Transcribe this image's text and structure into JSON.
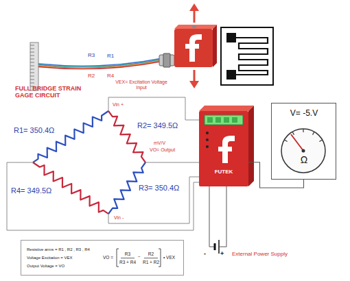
{
  "diagram": {
    "title": "FULL BRIDGE STRAIN GAGE CIRCUIT",
    "nodes": [
      {
        "text": [
          "FUTEK"
        ]
      },
      {
        "text": [
          "V= -5.V",
          "Ω"
        ]
      },
      {
        "text": [
          "Resistive arms = R1 , R2 , R3 , R4",
          "Voltage Excitation = VEX",
          "Output Voltage = VO"
        ]
      }
    ],
    "edges": [
      {
        "from": 0,
        "to": 1,
        "arrow": "none"
      }
    ],
    "labels": [
      "R3",
      "R1",
      "R2",
      "R4",
      "VEX= Excitation Voltage Input",
      "Vin +",
      "R1= 350.4Ω",
      "R2= 349.5Ω",
      "mV/V",
      "VO= Output",
      "R4= 349.5Ω",
      "R3= 350.4Ω",
      "Vin -",
      "-",
      "+",
      "External Power Supply",
      "VO =",
      "R3",
      "R3 + R4",
      "−",
      "R2",
      "R1 + R2",
      "• VEX"
    ]
  }
}
